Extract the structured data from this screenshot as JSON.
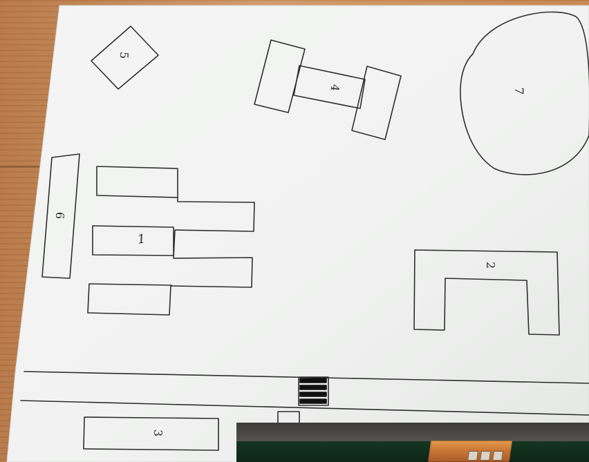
{
  "scene": {
    "labels": {
      "one": "1",
      "two": "2",
      "three": "3",
      "four": "4",
      "five": "5",
      "six": "6",
      "seven": "7"
    }
  }
}
